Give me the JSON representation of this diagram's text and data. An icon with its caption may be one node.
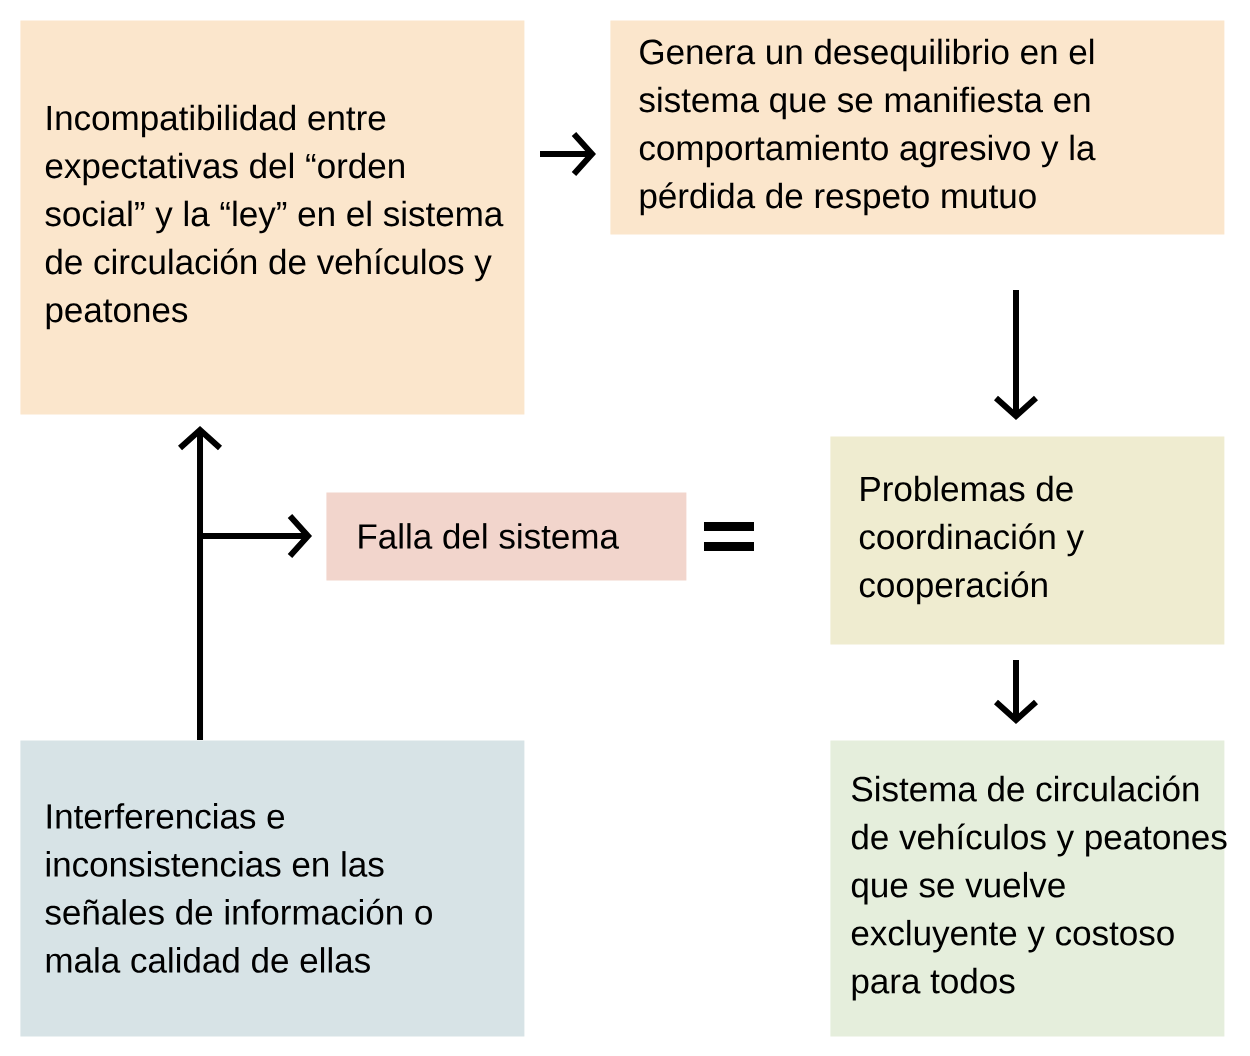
{
  "diagram": {
    "nodes": [
      {
        "text": [
          "Incompatibilidad entre expectativas del “orden social” y la “ley” en el sistema de circulación de vehículos y peatones"
        ]
      },
      {
        "text": [
          "Genera un desequilibrio en el sistema que se manifiesta en comportamiento agresivo y la pérdida de respeto mutuo"
        ]
      },
      {
        "text": [
          "Falla del sistema"
        ]
      },
      {
        "text": [
          "Problemas de coordinación y cooperación"
        ]
      },
      {
        "text": [
          "Interferencias e inconsistencias en las señales de información o mala calidad de ellas"
        ]
      },
      {
        "text": [
          "Sistema de circulación de vehículos y peatones que se vuelve excluyente y costoso para todos"
        ]
      }
    ],
    "edges": [
      {
        "from": 0,
        "to": 1,
        "arrow": "to"
      },
      {
        "from": 1,
        "to": 3,
        "arrow": "to"
      },
      {
        "from": 3,
        "to": 5,
        "arrow": "to"
      },
      {
        "from": 4,
        "to": 0,
        "arrow": "to"
      },
      {
        "from": 4,
        "to": 2,
        "arrow": "to"
      }
    ]
  }
}
